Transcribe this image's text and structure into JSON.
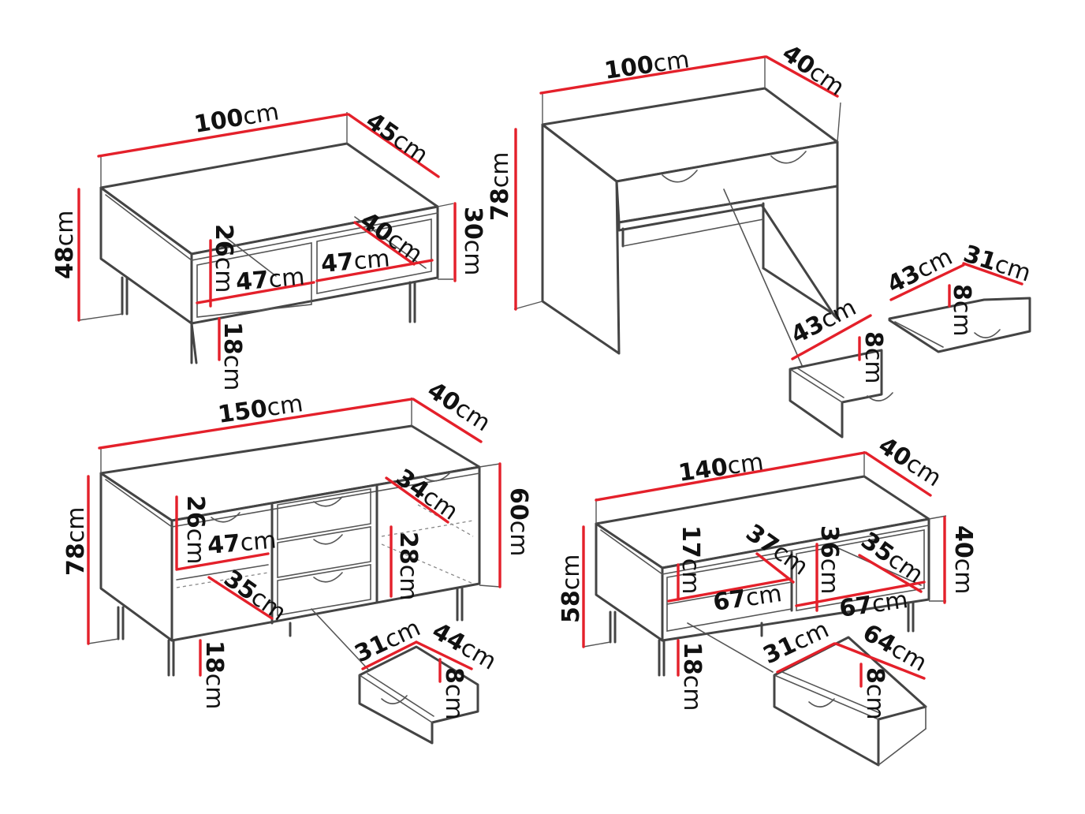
{
  "colors": {
    "dimension_line": "#e4202a",
    "outline": "#444444",
    "text": "#111111",
    "background": "#ffffff"
  },
  "dimension_unit": "cm",
  "units": {
    "coffee_table": {
      "width": "100",
      "depth": "45",
      "height": "48",
      "leg_height": "18",
      "inner_height": "26",
      "inner_depth": "40",
      "compartment_width_left": "47",
      "compartment_width_right": "47",
      "side_height": "30"
    },
    "desk": {
      "width": "100",
      "depth": "40",
      "height": "78",
      "drawer_left_width": "43",
      "drawer_left_height": "8",
      "drawer_right_width": "43",
      "drawer_right_height": "8",
      "drawer_right_depth": "31"
    },
    "sideboard": {
      "width": "150",
      "depth": "40",
      "height": "78",
      "body_height": "60",
      "leg_height": "18",
      "shelf_height": "26",
      "shelf_width": "47",
      "lower_depth": "35",
      "right_depth": "34",
      "right_height": "28",
      "drawer_width": "44",
      "drawer_depth": "31",
      "drawer_height": "8"
    },
    "tv_stand": {
      "width": "140",
      "depth": "40",
      "height": "58",
      "body_height": "40",
      "leg_height": "18",
      "left_height": "17",
      "left_depth": "37",
      "right_height": "36",
      "right_depth": "35",
      "left_width": "67",
      "right_width": "67",
      "drawer_width": "64",
      "drawer_depth": "31",
      "drawer_height": "8"
    }
  }
}
